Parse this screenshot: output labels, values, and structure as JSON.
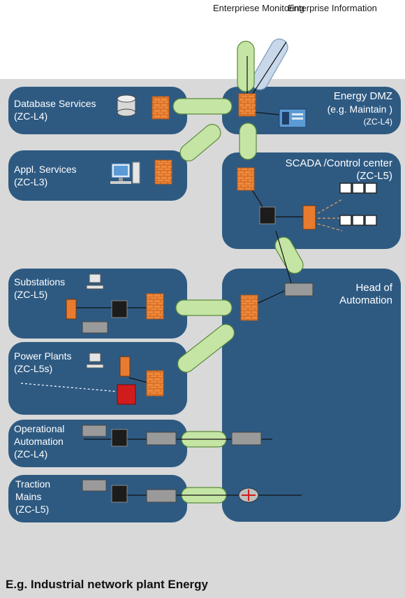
{
  "caption": "E.g. Industrial network plant Energy",
  "external": {
    "monitoring": [
      "Enterpriese",
      "Monitoring"
    ],
    "information": [
      "Enterprise",
      "Information"
    ]
  },
  "zones": {
    "database": {
      "name": "Database Services",
      "code": "(ZC-L4)"
    },
    "dmz": {
      "name": "Energy DMZ",
      "note": "(e.g. Maintain )",
      "code": "(ZC-L4)"
    },
    "appl": {
      "name": "Appl. Services",
      "code": "(ZC-L3)"
    },
    "scada": {
      "name": "SCADA /Control center",
      "code": "(ZC-L5)"
    },
    "substations": {
      "name": "Substations",
      "code": "(ZC-L5)"
    },
    "head": {
      "name": [
        "Head of",
        "Automation"
      ]
    },
    "power": {
      "name": "Power Plants",
      "code": "(ZC-L5s)"
    },
    "operational": {
      "name": [
        "Operational",
        "Automation"
      ],
      "code": "(ZC-L4)"
    },
    "traction": {
      "name": [
        "Traction",
        "Mains"
      ],
      "code": "(ZC-L5)"
    }
  },
  "colors": {
    "background": "#d9d9d9",
    "zone": "#2e5a82",
    "conduit": "#c5e5a5",
    "conduit_blue": "#c8d8ea",
    "firewall": "#e97b2e"
  }
}
